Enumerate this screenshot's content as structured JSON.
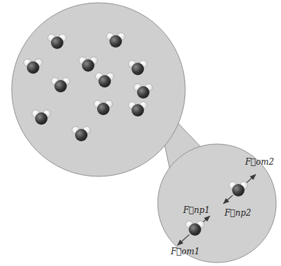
{
  "diagram": {
    "nodes": [
      {
        "text": [
          "F⃗от2",
          "F⃗пр1",
          "F⃗пр2",
          "F⃗от1"
        ]
      }
    ]
  }
}
